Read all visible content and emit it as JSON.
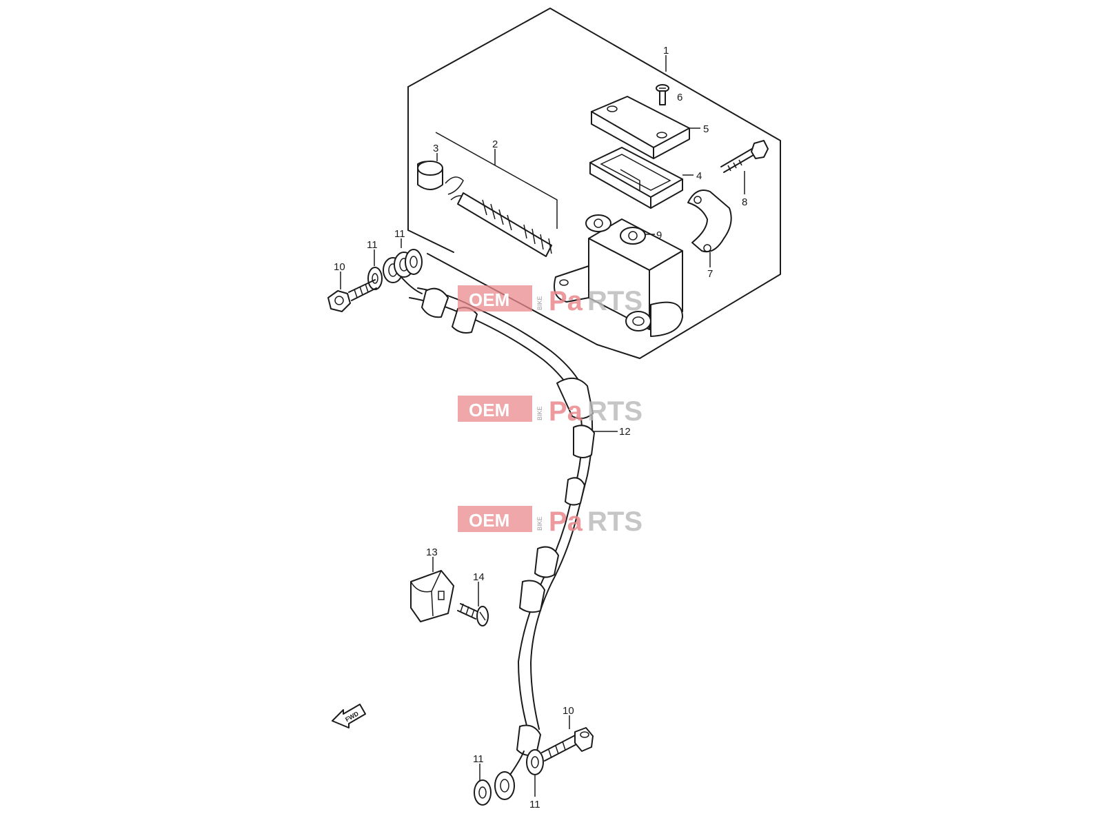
{
  "callouts": {
    "c1": "1",
    "c2": "2",
    "c3": "3",
    "c4": "4",
    "c5": "5",
    "c6": "6",
    "c7": "7",
    "c8": "8",
    "c9": "9",
    "c10_top": "10",
    "c11_top_a": "11",
    "c11_top_b": "11",
    "c12": "12",
    "c13": "13",
    "c14": "14",
    "c10_bottom": "10",
    "c11_bottom_a": "11",
    "c11_bottom_b": "11"
  },
  "watermark": {
    "oem": "OEM",
    "bike": "BIKE",
    "pa": "Pa",
    "rts": "RTS"
  },
  "direction_arrow": {
    "text": "FWD"
  },
  "colors": {
    "line": "#1a1a1a",
    "watermark_red": "#e9898c",
    "watermark_gray": "#b9b9b9"
  }
}
